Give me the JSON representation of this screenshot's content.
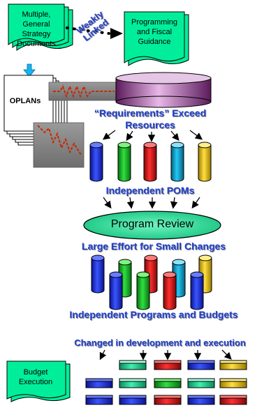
{
  "boxes": {
    "strategy": "Multiple, General Strategy Documents",
    "programming": "Programming and Fiscal Guidance",
    "oplans": "OPLANs",
    "budget": "Budget Execution"
  },
  "labels": {
    "weakly_linked": "Weakly Linked",
    "requirements_exceed": "“Requirements” Exceed Resources",
    "independent_poms": "Independent POMs",
    "program_review": "Program Review",
    "large_effort": "Large Effort for Small Changes",
    "independent_programs": "Independent Programs and Budgets",
    "changed_in_dev": "Changed in development and execution"
  },
  "colors": {
    "box_fill": "#00ee9a",
    "title_blue": "#1f3fcf",
    "ellipse_fill": "#2ee8a0",
    "cyl_blue": "#1f2fd0",
    "cyl_green": "#10c020",
    "cyl_red": "#e01010",
    "cyl_cyan": "#0aa7d6",
    "cyl_yellow": "#f2c200",
    "tank_pink": "#c890c8",
    "zigzag_red": "#c82800"
  }
}
